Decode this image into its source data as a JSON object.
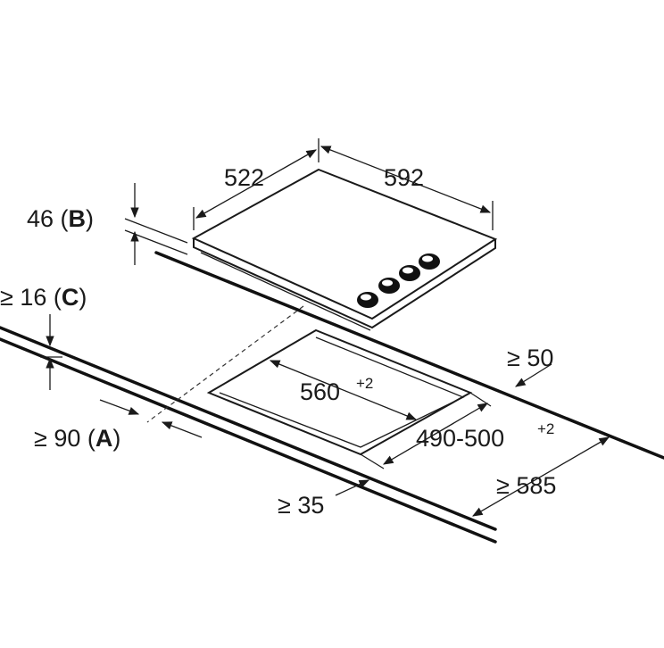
{
  "labels": {
    "hob_depth": "522",
    "hob_width": "592",
    "height_value": "46",
    "height_ref_open": " (",
    "height_ref": "B",
    "height_ref_close": ")",
    "gap_value": "≥ 16",
    "gap_ref_open": " (",
    "gap_ref": "C",
    "gap_ref_close": ")",
    "cutout_width": "560",
    "cutout_width_tol": "+2",
    "rear_clearance": "≥ 50",
    "front_clearance_value": "≥ 90",
    "front_clearance_ref_open": " (",
    "front_clearance_ref": "A",
    "front_clearance_ref_close": ")",
    "cutout_depth": "490-500",
    "cutout_depth_tol": "+2",
    "worktop_depth": "≥ 585",
    "side_clearance": "≥ 35"
  },
  "colors": {
    "line": "#1a1a1a",
    "background": "#ffffff"
  }
}
